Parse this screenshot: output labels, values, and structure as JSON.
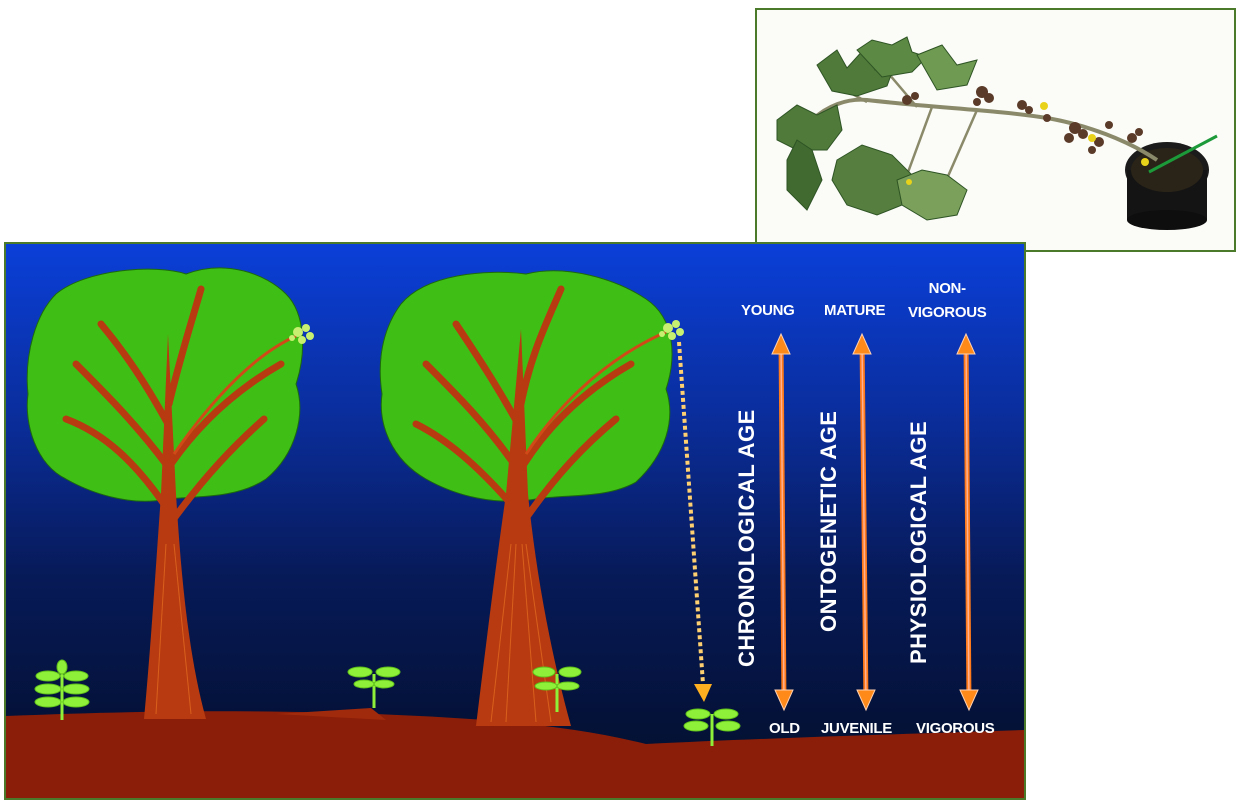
{
  "photo": {
    "subject": "potted-plant-with-branch-and-fruits"
  },
  "diagram": {
    "colors": {
      "sky_top": "#0a3fd8",
      "sky_bottom": "#03102c",
      "ground": "#8b1e08",
      "canopy": "#3fbf16",
      "trunk": "#b83a10",
      "arrow": "#ff7a1a",
      "seedling": "#7fe22a"
    },
    "top_labels": {
      "young": "YOUNG",
      "mature": "MATURE",
      "non_vigorous": "NON-\nVIGOROUS"
    },
    "bottom_labels": {
      "old": "OLD",
      "juvenile": "JUVENILE",
      "vigorous": "VIGOROUS"
    },
    "axis_labels": {
      "chronological": "CHRONOLOGICAL AGE",
      "ontogenetic": "ONTOGENETIC  AGE",
      "physiological": "PHYSIOLOGICAL AGE"
    }
  }
}
